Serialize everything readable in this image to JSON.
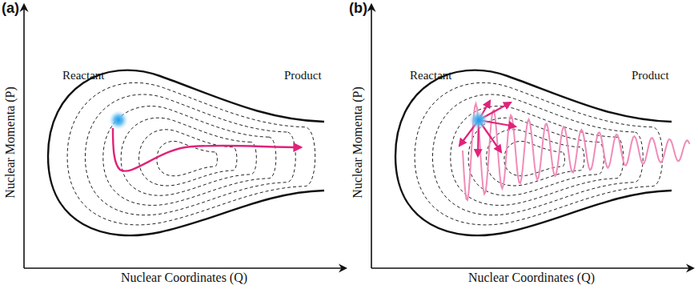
{
  "diagram": {
    "labels": [
      "(a)",
      "Reactant",
      "Product",
      "Nuclear Momenta (P)",
      "Nuclear Coordinates (Q)",
      "(b)",
      "Reactant",
      "Product",
      "Nuclear Momenta (P)",
      "Nuclear Coordinates (Q)"
    ]
  }
}
